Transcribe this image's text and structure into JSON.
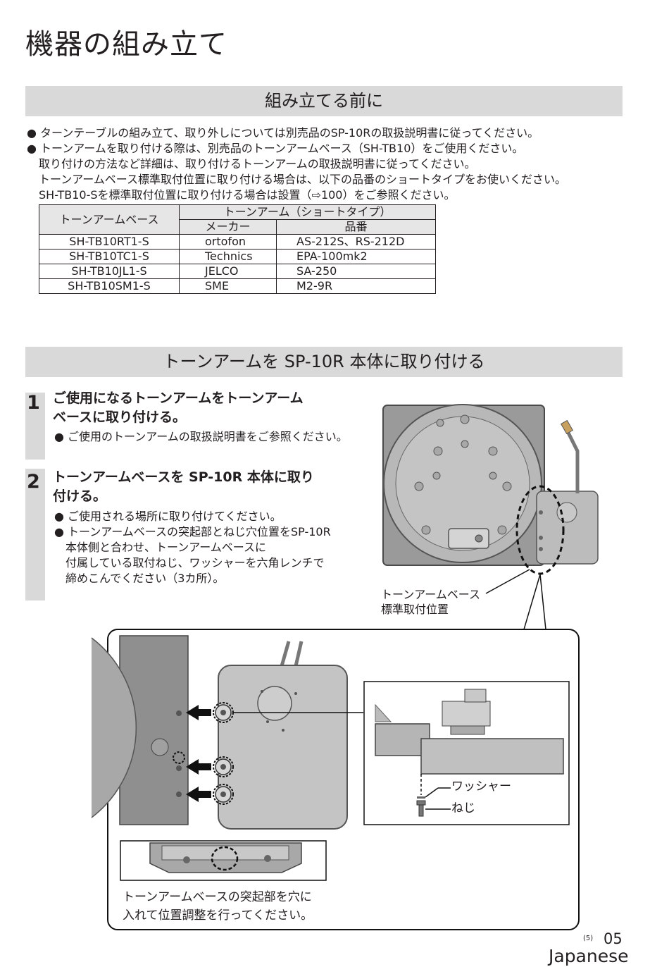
{
  "page_title": "機器の組み立て",
  "section1": {
    "title": "組み立てる前に",
    "bullets": [
      "● ターンテーブルの組み立て、取り外しについては別売品のSP-10Rの取扱説明書に従ってください。",
      "● トーンアームを取り付ける際は、別売品のトーンアームベース（SH-TB10）をご使用ください。"
    ],
    "notes": [
      "取り付けの方法など詳細は、取り付けるトーンアームの取扱説明書に従ってください。",
      "トーンアームベース標準取付位置に取り付ける場合は、以下の品番のショートタイプをお使いください。",
      "SH-TB10-Sを標準取付位置に取り付ける場合は設置（⇨100）をご参照ください。"
    ]
  },
  "table": {
    "header_base": "トーンアームベース",
    "header_group": "トーンアーム（ショートタイプ）",
    "header_maker": "メーカー",
    "header_model": "品番",
    "rows": [
      {
        "base": "SH-TB10RT1-S",
        "maker": "ortofon",
        "model": "AS-212S、RS-212D"
      },
      {
        "base": "SH-TB10TC1-S",
        "maker": "Technics",
        "model": "EPA-100mk2"
      },
      {
        "base": "SH-TB10JL1-S",
        "maker": "JELCO",
        "model": "SA-250"
      },
      {
        "base": "SH-TB10SM1-S",
        "maker": "SME",
        "model": "M2-9R"
      }
    ]
  },
  "section2": {
    "title": "トーンアームを SP-10R 本体に取り付ける"
  },
  "steps": [
    {
      "num": "1",
      "title_lines": [
        "ご使用になるトーンアームをトーンアーム",
        "ベースに取り付ける。"
      ],
      "body_lines": [
        "● ご使用のトーンアームの取扱説明書をご参照ください。"
      ]
    },
    {
      "num": "2",
      "title_lines": [
        "トーンアームベースを SP-10R 本体に取り",
        "付ける。"
      ],
      "body_lines": [
        "● ご使用される場所に取り付けてください。",
        "● トーンアームベースの突起部とねじ穴位置をSP-10R",
        "本体側と合わせ、トーンアームベースに",
        "付属している取付ねじ、ワッシャーを六角レンチで",
        "締めこんでください（3カ所）。"
      ]
    }
  ],
  "figure": {
    "callout_position_line1": "トーンアームベース",
    "callout_position_line2": "標準取付位置",
    "washer_label": "ワッシャー",
    "screw_label": "ねじ",
    "caption_line1": "トーンアームベースの突起部を穴に",
    "caption_line2": "入れて位置調整を行ってください。"
  },
  "footer": {
    "small_page": "(5)",
    "page_number": "05",
    "language": "Japanese"
  }
}
